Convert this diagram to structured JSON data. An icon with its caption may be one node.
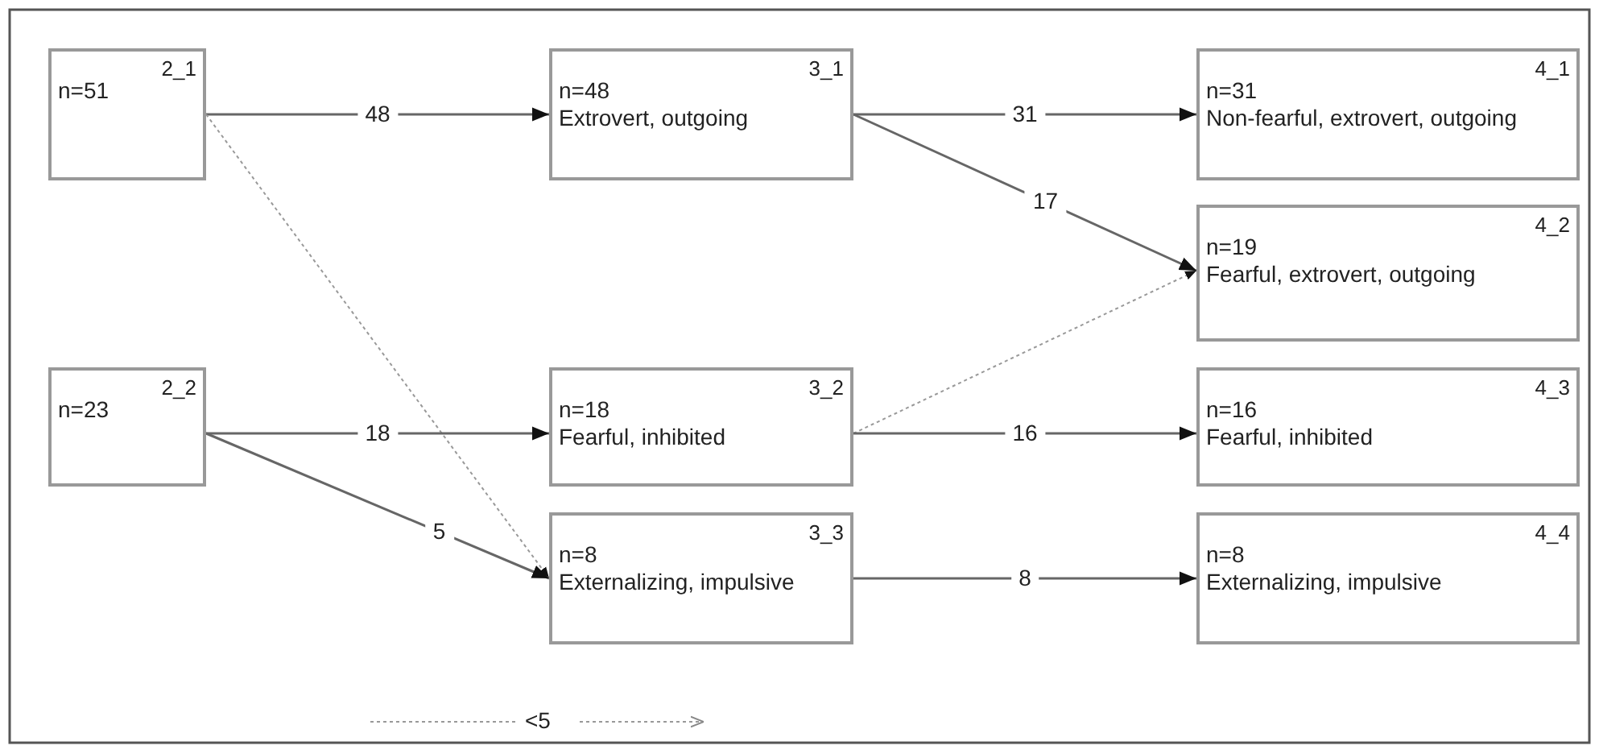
{
  "diagram": {
    "nodes": [
      {
        "text": [
          "2_1",
          "n=51"
        ]
      },
      {
        "text": [
          "2_2",
          "n=23"
        ]
      },
      {
        "text": [
          "3_1",
          "n=48",
          "Extrovert, outgoing"
        ]
      },
      {
        "text": [
          "3_2",
          "n=18",
          "Fearful, inhibited"
        ]
      },
      {
        "text": [
          "3_3",
          "n=8",
          "Externalizing, impulsive"
        ]
      },
      {
        "text": [
          "4_1",
          "n=31",
          "Non-fearful, extrovert, outgoing"
        ]
      },
      {
        "text": [
          "4_2",
          "n=19",
          "Fearful, extrovert, outgoing"
        ]
      },
      {
        "text": [
          "4_3",
          "n=16",
          "Fearful, inhibited"
        ]
      },
      {
        "text": [
          "4_4",
          "n=8",
          "Externalizing, impulsive"
        ]
      }
    ],
    "edges": [
      {
        "from": 0,
        "to": 2,
        "arrow": "to",
        "label": "48"
      },
      {
        "from": 0,
        "to": 4,
        "arrow": "to",
        "style": "dashed"
      },
      {
        "from": 1,
        "to": 3,
        "arrow": "to",
        "label": "18"
      },
      {
        "from": 1,
        "to": 4,
        "arrow": "to",
        "label": "5"
      },
      {
        "from": 2,
        "to": 5,
        "arrow": "to",
        "label": "31"
      },
      {
        "from": 2,
        "to": 6,
        "arrow": "to",
        "label": "17"
      },
      {
        "from": 3,
        "to": 6,
        "arrow": "to",
        "style": "dashed"
      },
      {
        "from": 3,
        "to": 7,
        "arrow": "to",
        "label": "16"
      },
      {
        "from": 4,
        "to": 8,
        "arrow": "to",
        "label": "8"
      }
    ],
    "legend": [
      {
        "text": "<5"
      }
    ]
  }
}
